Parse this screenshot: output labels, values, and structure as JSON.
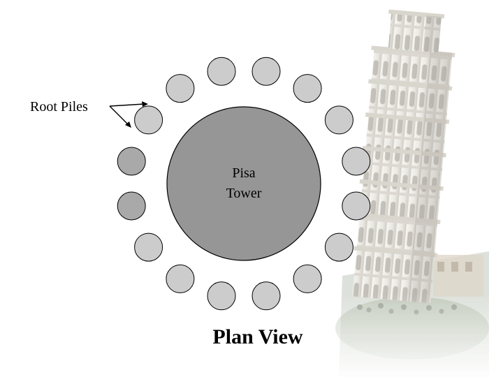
{
  "diagram": {
    "callout_label": "Root Piles",
    "center_label_line1": "Pisa",
    "center_label_line2": "Tower",
    "caption": "Plan View"
  },
  "colors": {
    "pile_fill": "#cccccc",
    "pile_fill_dark": "#a9a9a9",
    "tower_fill": "#969696",
    "outline": "#000000",
    "photo_stone": "#e6e4de",
    "photo_shadow": "#8e8b84",
    "photo_grass": "#9aa88e"
  },
  "pile_count": 16,
  "photo": {
    "subject": "leaning-tower-photo"
  }
}
